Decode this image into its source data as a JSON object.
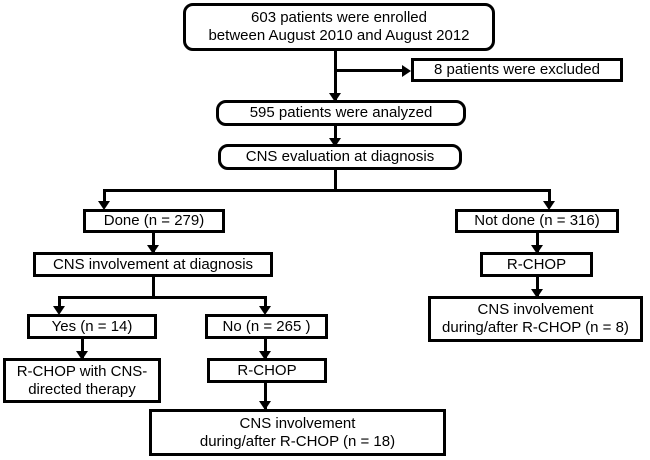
{
  "diagram": {
    "type": "flowchart",
    "title": "CONSORT-style patient enrollment and CNS evaluation flow",
    "nodes": [
      {
        "id": "enrolled",
        "label": "603 patients were enrolled\nbetween August 2010 and August 2012"
      },
      {
        "id": "excluded",
        "label": "8 patients were excluded"
      },
      {
        "id": "analyzed",
        "label": "595 patients were analyzed"
      },
      {
        "id": "cns_eval",
        "label": "CNS evaluation at diagnosis"
      },
      {
        "id": "done",
        "label": "Done (n = 279)"
      },
      {
        "id": "not_done",
        "label": "Not done (n = 316)"
      },
      {
        "id": "cns_involve_dx",
        "label": "CNS involvement at diagnosis"
      },
      {
        "id": "rchop_right",
        "label": "R-CHOP"
      },
      {
        "id": "cns_after_right",
        "label": "CNS involvement\nduring/after R-CHOP (n = 8)"
      },
      {
        "id": "yes",
        "label": "Yes (n = 14)"
      },
      {
        "id": "no",
        "label": "No (n = 265 )"
      },
      {
        "id": "rchop_cns",
        "label": "R-CHOP with CNS-\ndirected therapy"
      },
      {
        "id": "rchop_mid",
        "label": "R-CHOP"
      },
      {
        "id": "cns_after_mid",
        "label": "CNS involvement\nduring/after R-CHOP (n = 18)"
      }
    ],
    "colors": {
      "stroke": "#000000",
      "fill": "#ffffff",
      "text": "#000000"
    }
  }
}
